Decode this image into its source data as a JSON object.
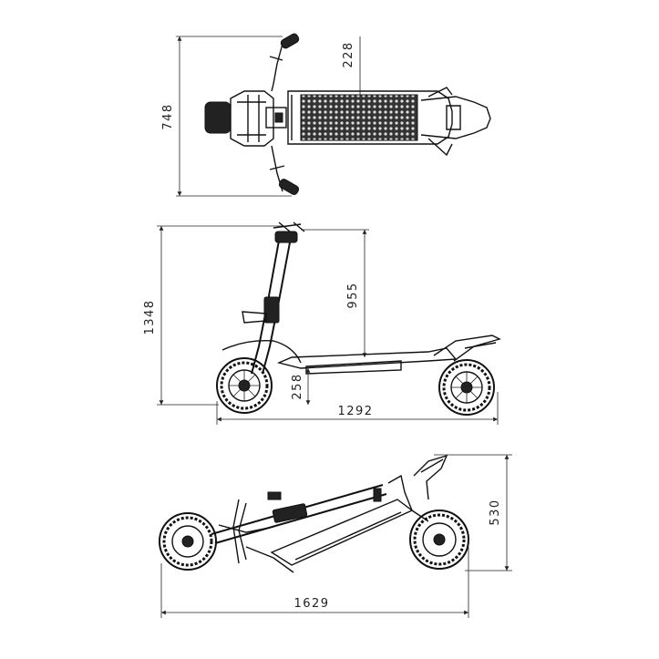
{
  "dimensions": {
    "top_view_width": "748",
    "deck_width": "228",
    "side_view_height": "1348",
    "handlebar_height": "955",
    "deck_height": "258",
    "length": "1292",
    "folded_height": "530",
    "folded_length": "1629"
  }
}
